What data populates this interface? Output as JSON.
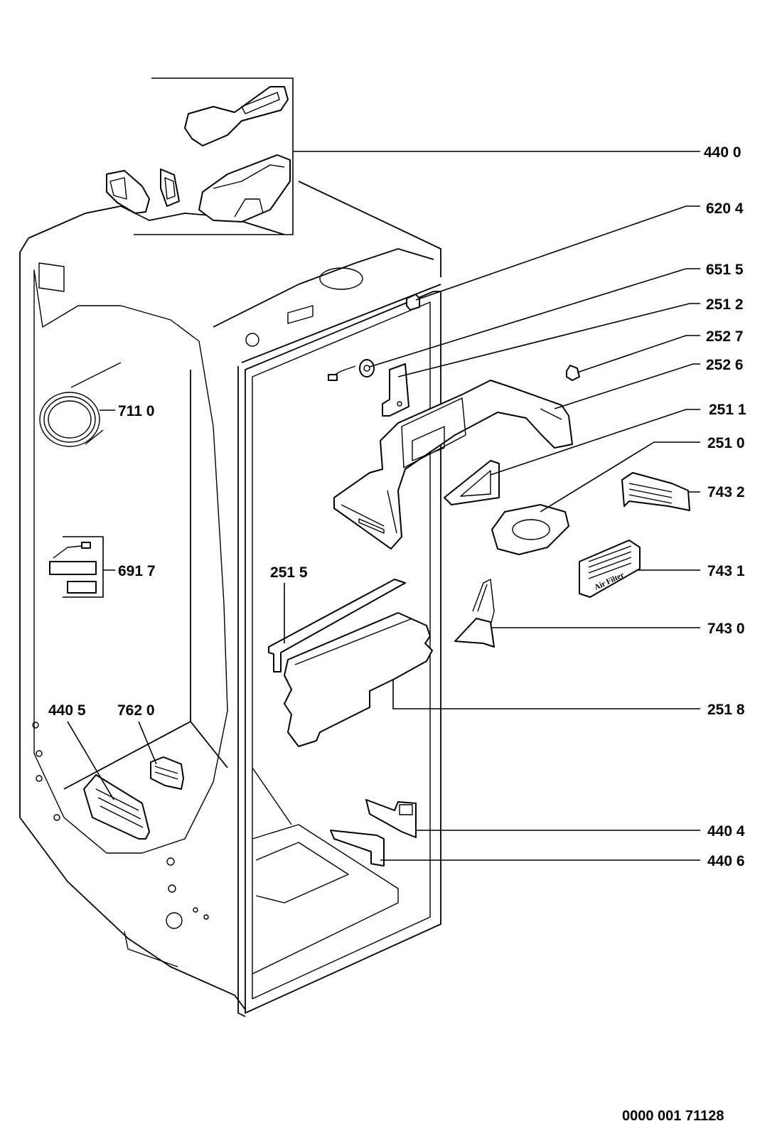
{
  "diagram": {
    "callouts": [
      {
        "id": "c-4400",
        "label": "440 0"
      },
      {
        "id": "c-6204",
        "label": "620 4"
      },
      {
        "id": "c-6515",
        "label": "651 5"
      },
      {
        "id": "c-2512",
        "label": "251 2"
      },
      {
        "id": "c-2527",
        "label": "252 7"
      },
      {
        "id": "c-2526",
        "label": "252 6"
      },
      {
        "id": "c-2511",
        "label": "251 1"
      },
      {
        "id": "c-2510",
        "label": "251 0"
      },
      {
        "id": "c-7432",
        "label": "743 2"
      },
      {
        "id": "c-7431",
        "label": "743 1"
      },
      {
        "id": "c-7430",
        "label": "743 0"
      },
      {
        "id": "c-2518",
        "label": "251 8"
      },
      {
        "id": "c-4404",
        "label": "440 4"
      },
      {
        "id": "c-4406",
        "label": "440 6"
      },
      {
        "id": "c-7110",
        "label": "711 0"
      },
      {
        "id": "c-6917",
        "label": "691 7"
      },
      {
        "id": "c-2515",
        "label": "251 5"
      },
      {
        "id": "c-4405",
        "label": "440 5"
      },
      {
        "id": "c-7620",
        "label": "762 0"
      }
    ],
    "filter_text": "Air Filter",
    "document_number": "0000 001 71128"
  }
}
